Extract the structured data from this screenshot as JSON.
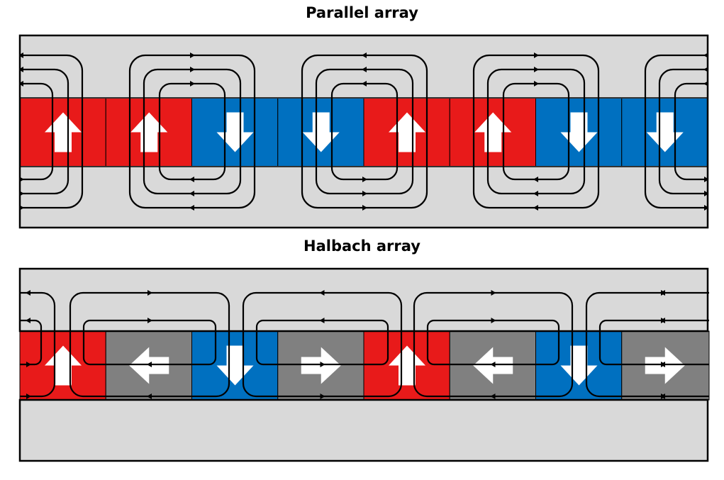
{
  "diagrams": [
    {
      "title": "Parallel array",
      "magnets": [
        "up",
        "up",
        "down",
        "down",
        "up",
        "up",
        "down",
        "down"
      ]
    },
    {
      "title": "Halbach array",
      "magnets": [
        "up",
        "left",
        "down",
        "right",
        "up",
        "left",
        "down",
        "right"
      ]
    }
  ],
  "colors": {
    "background": "#d9d9d9",
    "magnet_up": "#e81a1a",
    "magnet_down": "#0070c0",
    "magnet_horizontal": "#808080",
    "arrow": "#ffffff",
    "field_line": "#000000"
  }
}
